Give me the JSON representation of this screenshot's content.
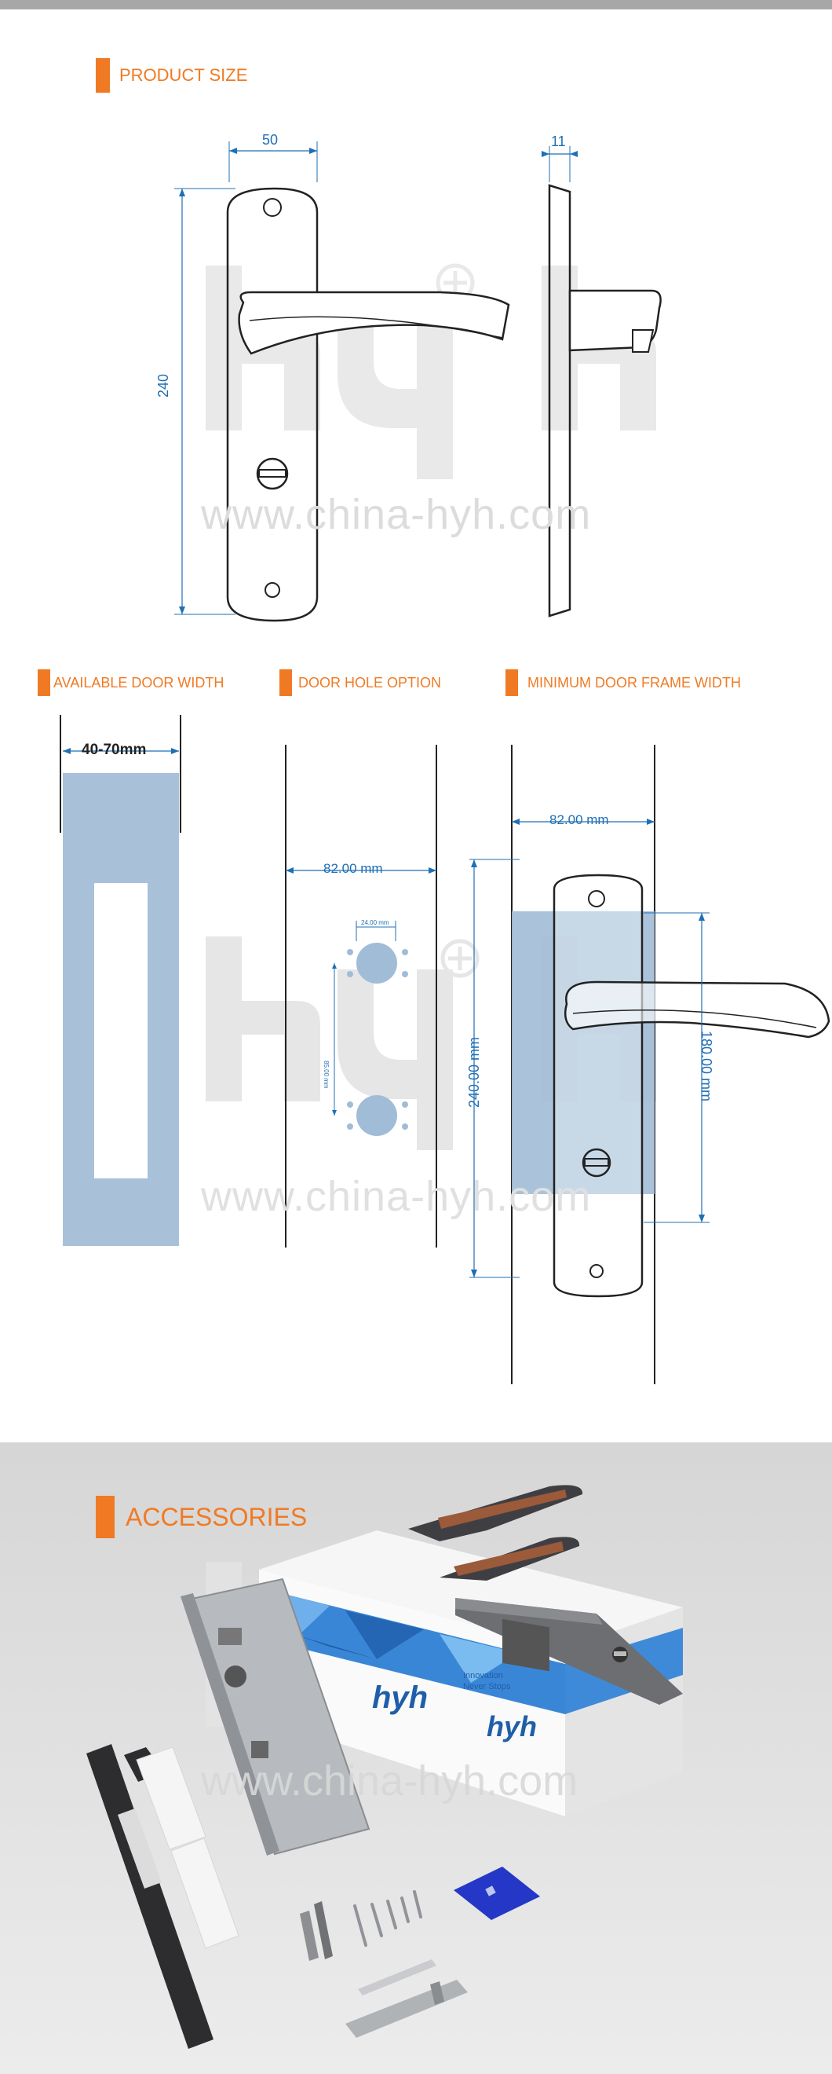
{
  "sections": {
    "product_size": "PRODUCT SIZE",
    "available_door_width": "AVAILABLE DOOR WIDTH",
    "door_hole_option": "DOOR HOLE OPTION",
    "minimum_door_frame_width": "MINIMUM DOOR FRAME WIDTH",
    "accessories": "ACCESSORIES"
  },
  "product_size": {
    "width": "50",
    "height": "240",
    "thickness": "11"
  },
  "door_width": {
    "range": "40-70mm"
  },
  "door_hole": {
    "backset": "82.00 mm",
    "hole_width": "24.00 mm",
    "center_distance": "85.00 mm"
  },
  "frame_width": {
    "backset": "82.00 mm",
    "plate_height": "240.00 mm",
    "inner_height": "180.00 mm"
  },
  "brand": {
    "logo": "hyh",
    "tagline_1": "Innovation",
    "tagline_2": "Never Stops"
  },
  "watermark": {
    "logo": "hyh",
    "url": "www.china-hyh.com"
  },
  "colors": {
    "accent": "#f07a24",
    "dimension": "#1f6fb5",
    "panel": "#a1bcd6"
  }
}
